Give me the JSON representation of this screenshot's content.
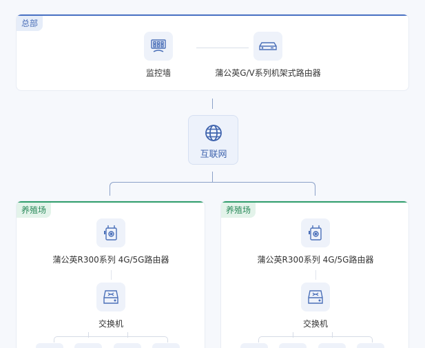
{
  "headquarters": {
    "tag": "总部",
    "color": "#4a72c4",
    "devices": [
      {
        "name": "监控墙",
        "icon": "video-wall-icon"
      },
      {
        "name": "蒲公英G/V系列机架式路由器",
        "icon": "rack-router-icon"
      }
    ]
  },
  "internet": {
    "label": "互联网",
    "icon": "globe-icon"
  },
  "sites": [
    {
      "tag": "养殖场",
      "color": "#2f9e6b",
      "router": {
        "name": "蒲公英R300系列 4G/5G路由器",
        "icon": "4g-router-icon"
      },
      "switch": {
        "name": "交换机",
        "icon": "switch-icon"
      },
      "endpoints_visible": 4
    },
    {
      "tag": "养殖场",
      "color": "#2f9e6b",
      "router": {
        "name": "蒲公英R300系列 4G/5G路由器",
        "icon": "4g-router-icon"
      },
      "switch": {
        "name": "交换机",
        "icon": "switch-icon"
      },
      "endpoints_visible": 4
    }
  ]
}
